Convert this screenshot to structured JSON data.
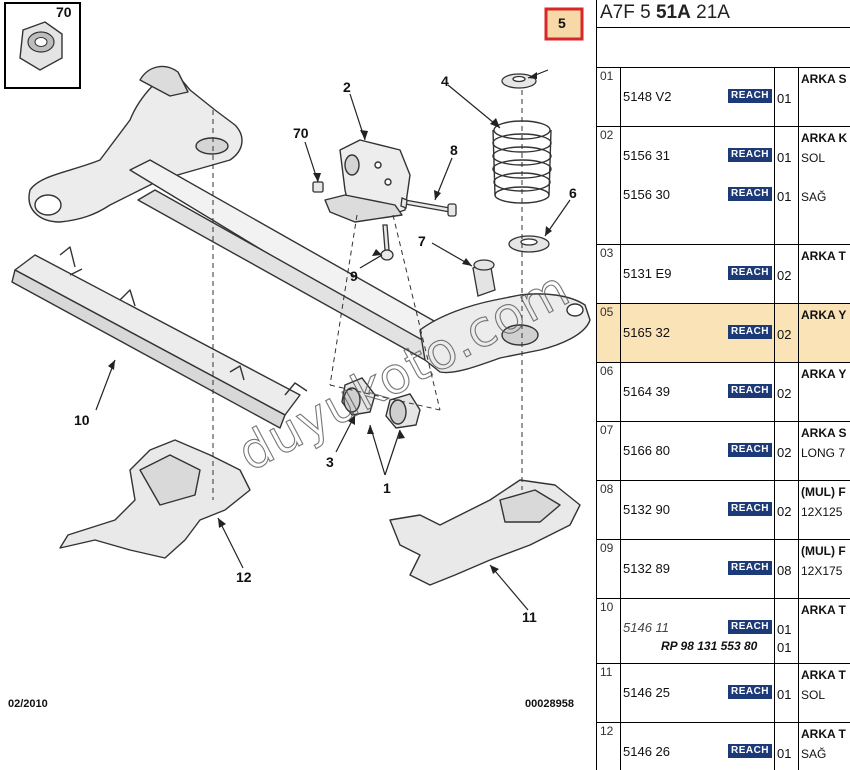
{
  "diagram": {
    "callouts": {
      "c70": "70",
      "c5": "5",
      "c1": "1",
      "c2": "2",
      "c3": "3",
      "c4": "4",
      "c6": "6",
      "c7": "7",
      "c8": "8",
      "c9": "9",
      "c10": "10",
      "c11": "11",
      "c12": "12",
      "c70b": "70"
    },
    "date_code": "02/2010",
    "drawing_number": "00028958",
    "watermark": "duyukoto.com",
    "highlight_color": "#d9262b"
  },
  "ref_header": {
    "prefix": "A7F 5 ",
    "bold": "51A",
    "suffix": " 21A"
  },
  "badge_label": "REACH",
  "colors": {
    "selected_row": "#fbe3b8",
    "badge_bg": "#1d3a78"
  },
  "rows": [
    {
      "num": "01",
      "desc1": "ARKA S",
      "desc2": "",
      "lines": [
        {
          "pn": "5148 V2",
          "qty": "01",
          "badge": true
        }
      ]
    },
    {
      "num": "02",
      "desc1": "ARKA K",
      "desc2": "SOL",
      "desc3": "SAĞ",
      "lines": [
        {
          "pn": "5156 31",
          "qty": "01",
          "badge": true
        },
        {
          "pn": "5156 30",
          "qty": "01",
          "badge": true
        }
      ]
    },
    {
      "num": "03",
      "desc1": "ARKA T",
      "desc2": "",
      "lines": [
        {
          "pn": "5131 E9",
          "qty": "02",
          "badge": true
        }
      ]
    },
    {
      "num": "05",
      "desc1": "ARKA Y",
      "desc2": "",
      "selected": true,
      "lines": [
        {
          "pn": "5165 32",
          "qty": "02",
          "badge": true
        }
      ]
    },
    {
      "num": "06",
      "desc1": "ARKA Y",
      "desc2": "",
      "lines": [
        {
          "pn": "5164 39",
          "qty": "02",
          "badge": true
        }
      ]
    },
    {
      "num": "07",
      "desc1": "ARKA S",
      "desc2": "LONG 7",
      "lines": [
        {
          "pn": "5166 80",
          "qty": "02",
          "badge": true
        }
      ]
    },
    {
      "num": "08",
      "desc1": "(MUL) F",
      "desc2": "12X125",
      "lines": [
        {
          "pn": "5132 90",
          "qty": "02",
          "badge": true
        }
      ]
    },
    {
      "num": "09",
      "desc1": "(MUL) F",
      "desc2": "12X175",
      "lines": [
        {
          "pn": "5132 89",
          "qty": "08",
          "badge": true
        }
      ]
    },
    {
      "num": "10",
      "desc1": "ARKA T",
      "desc2": "",
      "lines": [
        {
          "pn": "5146 11",
          "qty": "01",
          "badge": true,
          "italic": true
        },
        {
          "rp": "RP 98 131 553 80",
          "qty": "01"
        }
      ]
    },
    {
      "num": "11",
      "desc1": "ARKA T",
      "desc2": "SOL",
      "lines": [
        {
          "pn": "5146 25",
          "qty": "01",
          "badge": true
        }
      ]
    },
    {
      "num": "12",
      "desc1": "ARKA T",
      "desc2": "SAĞ",
      "lines": [
        {
          "pn": "5146 26",
          "qty": "01",
          "badge": true
        }
      ]
    }
  ]
}
